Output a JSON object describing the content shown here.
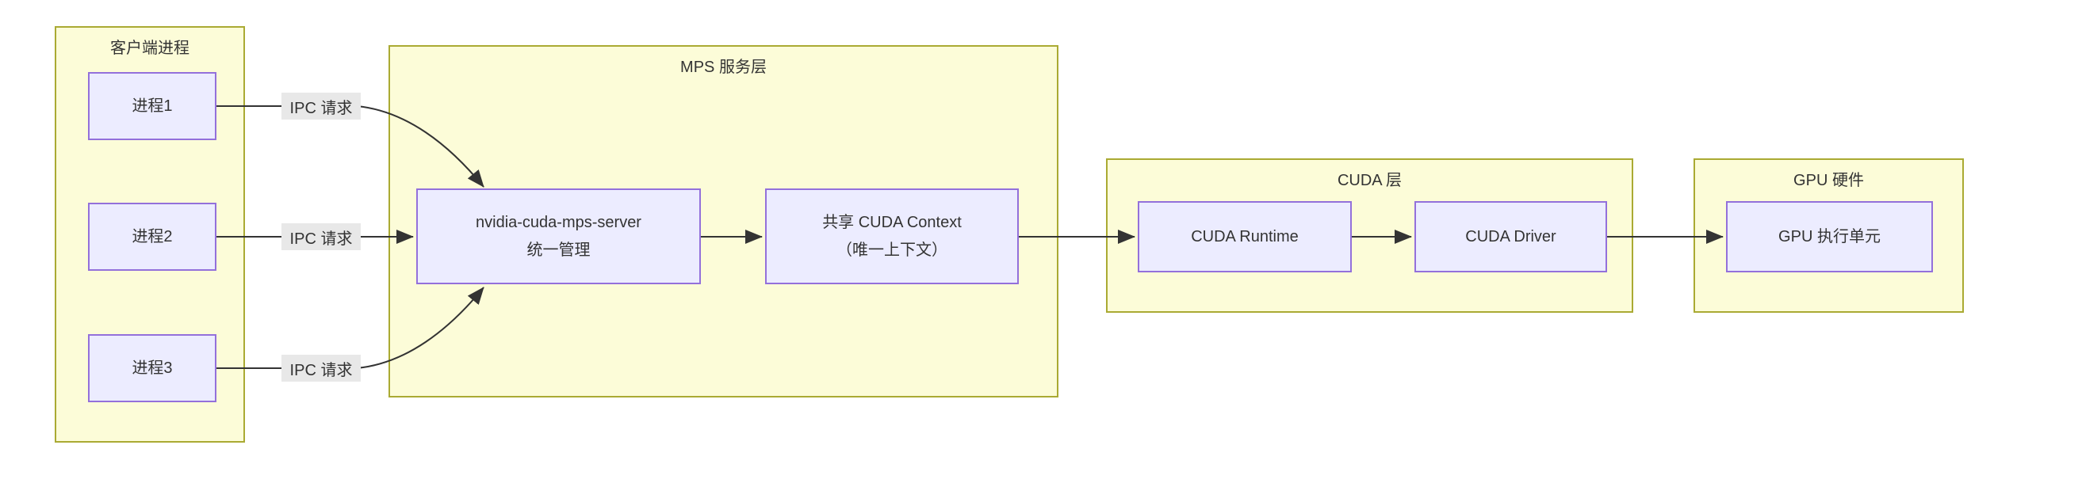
{
  "diagram": {
    "type": "flowchart",
    "containers": {
      "client": {
        "label": "客户端进程"
      },
      "mps": {
        "label": "MPS 服务层"
      },
      "cuda": {
        "label": "CUDA 层"
      },
      "gpu": {
        "label": "GPU 硬件"
      }
    },
    "nodes": {
      "p1": {
        "label": "进程1"
      },
      "p2": {
        "label": "进程2"
      },
      "p3": {
        "label": "进程3"
      },
      "server": {
        "line1": "nvidia-cuda-mps-server",
        "line2": "统一管理"
      },
      "context": {
        "line1": "共享 CUDA Context",
        "line2": "（唯一上下文）"
      },
      "runtime": {
        "label": "CUDA Runtime"
      },
      "driver": {
        "label": "CUDA Driver"
      },
      "gpu_exec": {
        "label": "GPU 执行单元"
      }
    },
    "edges": {
      "ipc1": {
        "label": "IPC 请求"
      },
      "ipc2": {
        "label": "IPC 请求"
      },
      "ipc3": {
        "label": "IPC 请求"
      }
    },
    "colors": {
      "background": "#ffffff",
      "text": "#333333",
      "container_fill": "#fcfcd8",
      "container_border": "#aaaa33",
      "node_fill": "#ececff",
      "node_border": "#9370db",
      "edge": "#333333",
      "edge_label_bg": "#e8e8e8"
    }
  }
}
